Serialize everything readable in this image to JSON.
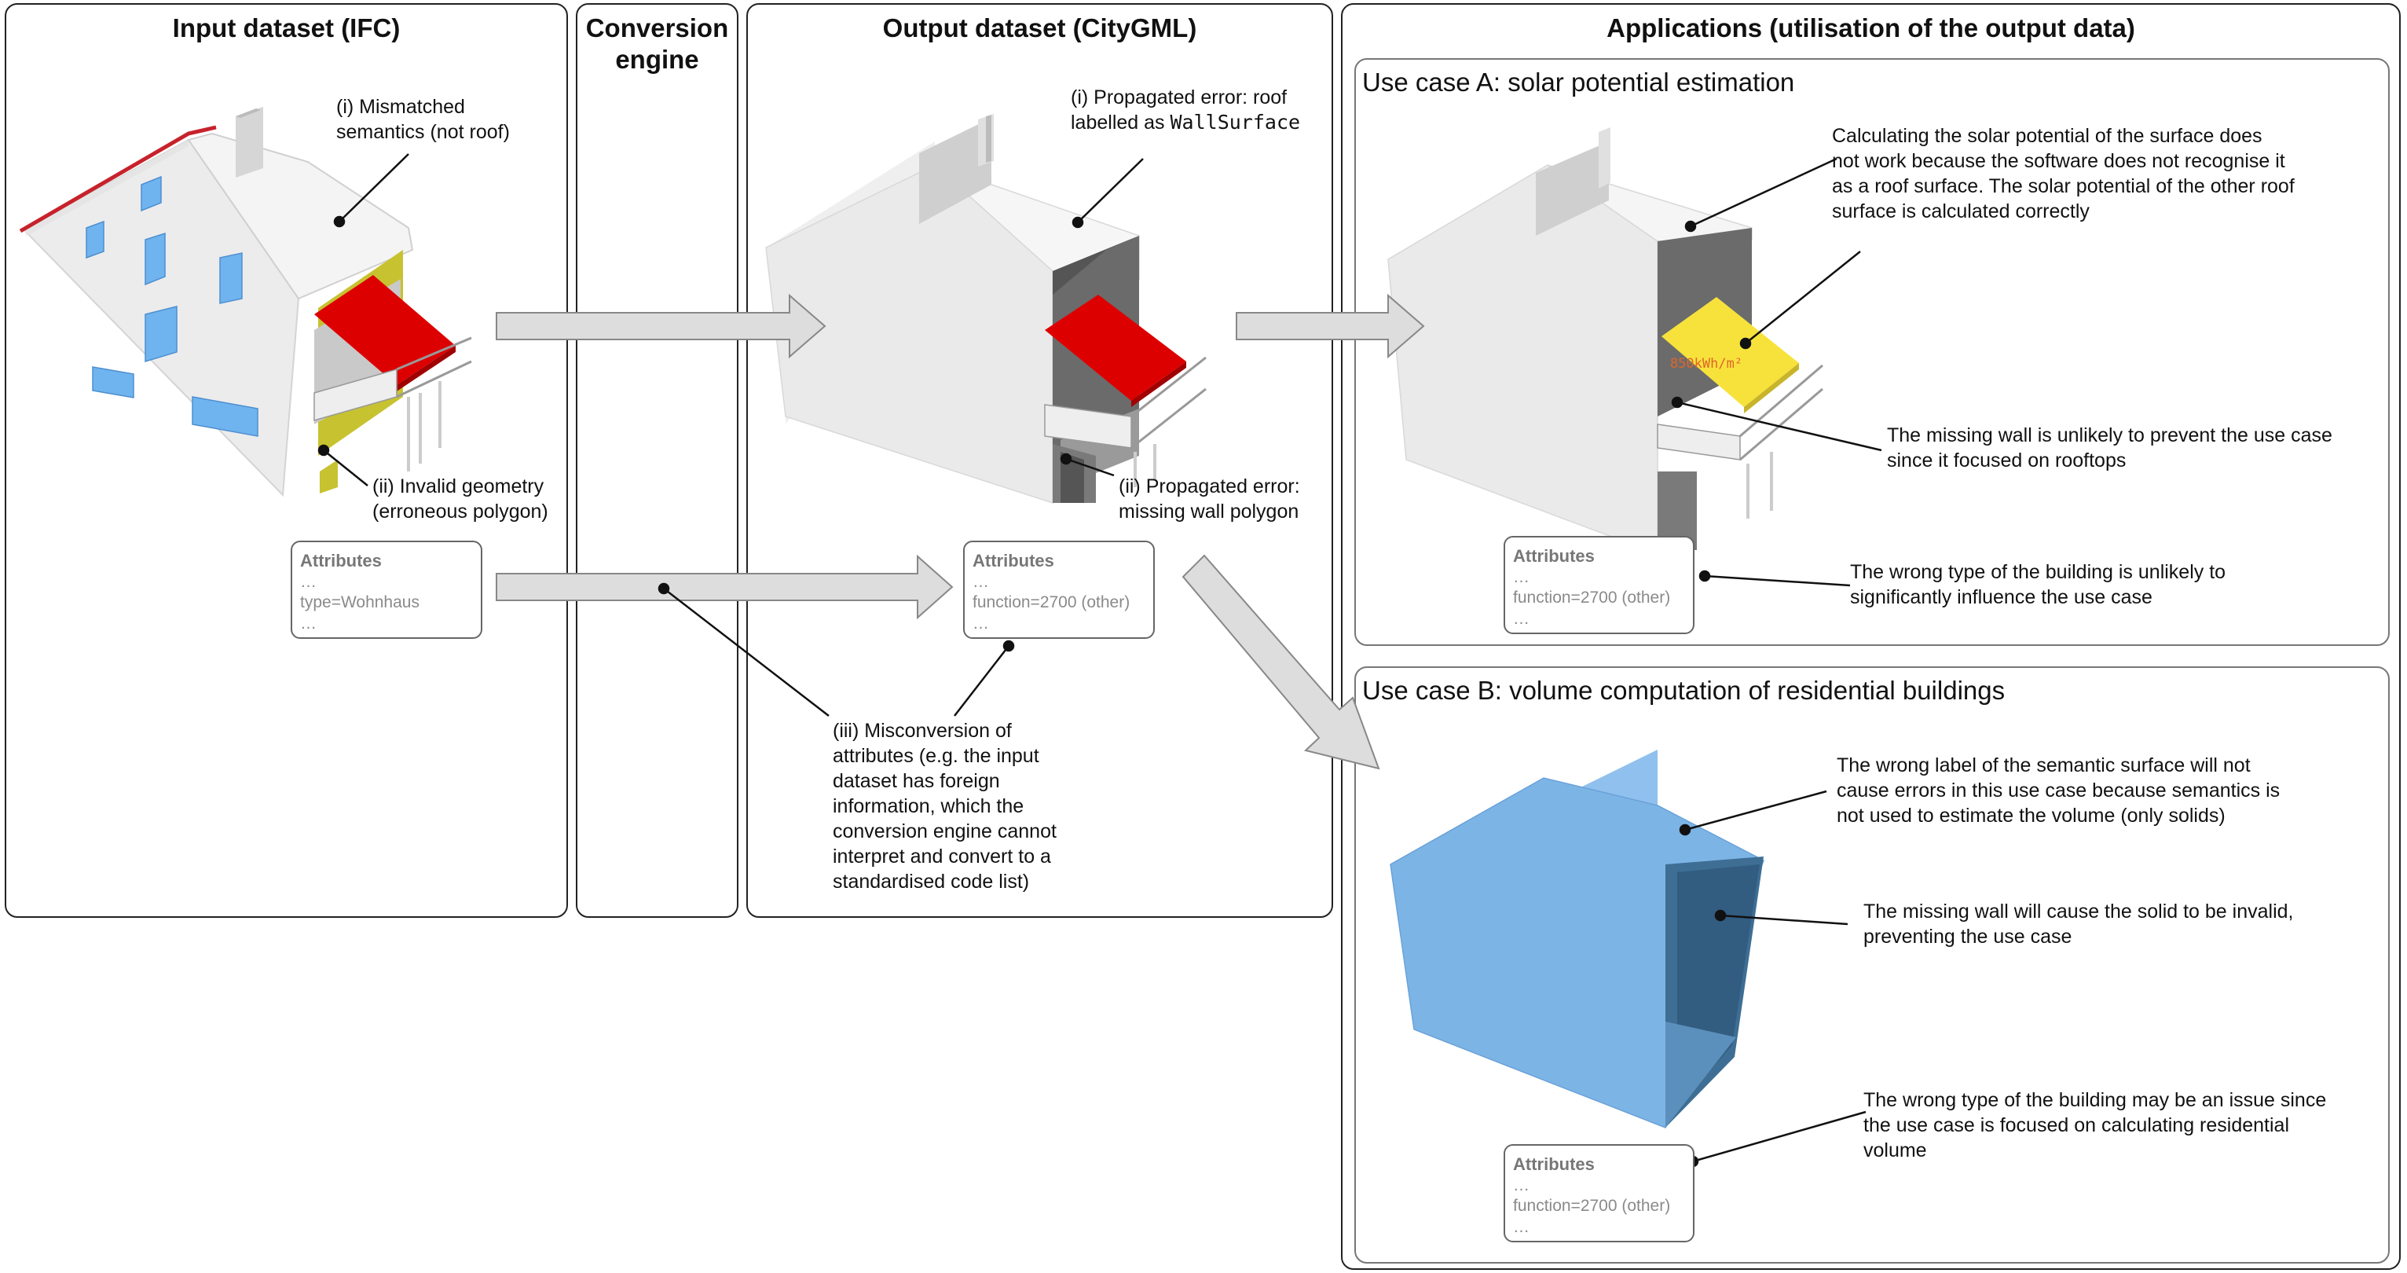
{
  "panels": {
    "input": {
      "title": "Input dataset (IFC)"
    },
    "engine": {
      "title_line1": "Conversion",
      "title_line2": "engine"
    },
    "output": {
      "title": "Output dataset (CityGML)"
    },
    "applications": {
      "title": "Applications (utilisation of the output data)"
    }
  },
  "input_notes": {
    "semantics": [
      "(i) Mismatched",
      "semantics (not roof)"
    ],
    "geometry": [
      "(ii) Invalid geometry",
      "(erroneous polygon)"
    ]
  },
  "input_attributes": {
    "header": "Attributes",
    "lines": [
      "…",
      "type=Wohnhaus",
      "…"
    ]
  },
  "output_notes": {
    "roof": {
      "line1": "(i) Propagated error: roof",
      "line2_prefix": "labelled as ",
      "line2_code": "WallSurface"
    },
    "wall": [
      "(ii) Propagated error:",
      "missing wall polygon"
    ],
    "misconversion": [
      "(iii) Misconversion of",
      "attributes (e.g. the input",
      "dataset has foreign",
      "information, which the",
      "conversion engine cannot",
      "interpret and convert to a",
      "standardised code list)"
    ]
  },
  "output_attributes": {
    "header": "Attributes",
    "lines": [
      "…",
      "function=2700 (other)",
      "…"
    ]
  },
  "use_case_a": {
    "title": "Use case A: solar potential estimation",
    "solar_label": "850kWh/m²",
    "notes": {
      "roof": [
        "Calculating the solar potential of the surface does",
        "not work because the software does not recognise it",
        "as a roof surface. The solar potential of the other roof",
        "surface is calculated correctly"
      ],
      "wall": [
        "The missing wall is unlikely to prevent the use case",
        "since it focused on rooftops"
      ],
      "type": [
        "The wrong type of the building is unlikely to",
        "significantly influence the use case"
      ]
    },
    "attributes": {
      "header": "Attributes",
      "lines": [
        "…",
        "function=2700 (other)",
        "…"
      ]
    }
  },
  "use_case_b": {
    "title": "Use case B: volume computation of residential buildings",
    "notes": {
      "label": [
        "The wrong label of the semantic surface will not",
        "cause errors in this use case because semantics is",
        "not used to estimate the volume (only solids)"
      ],
      "wall": [
        "The missing wall will cause the solid to be invalid,",
        "preventing the use case"
      ],
      "type": [
        "The wrong type of the building may be an issue since",
        "the use case is focused on calculating residential",
        "volume"
      ]
    },
    "attributes": {
      "header": "Attributes",
      "lines": [
        "…",
        "function=2700 (other)",
        "…"
      ]
    }
  },
  "colors": {
    "roof_red": "#dd0000",
    "solar_yellow": "#f7e23c",
    "solar_label": "#e0662a",
    "volume_blue": "#7cb4e6",
    "wall_olive": "#c7c230",
    "window_blue": "#6fb4ee",
    "arrow_fill": "#dddddd"
  }
}
